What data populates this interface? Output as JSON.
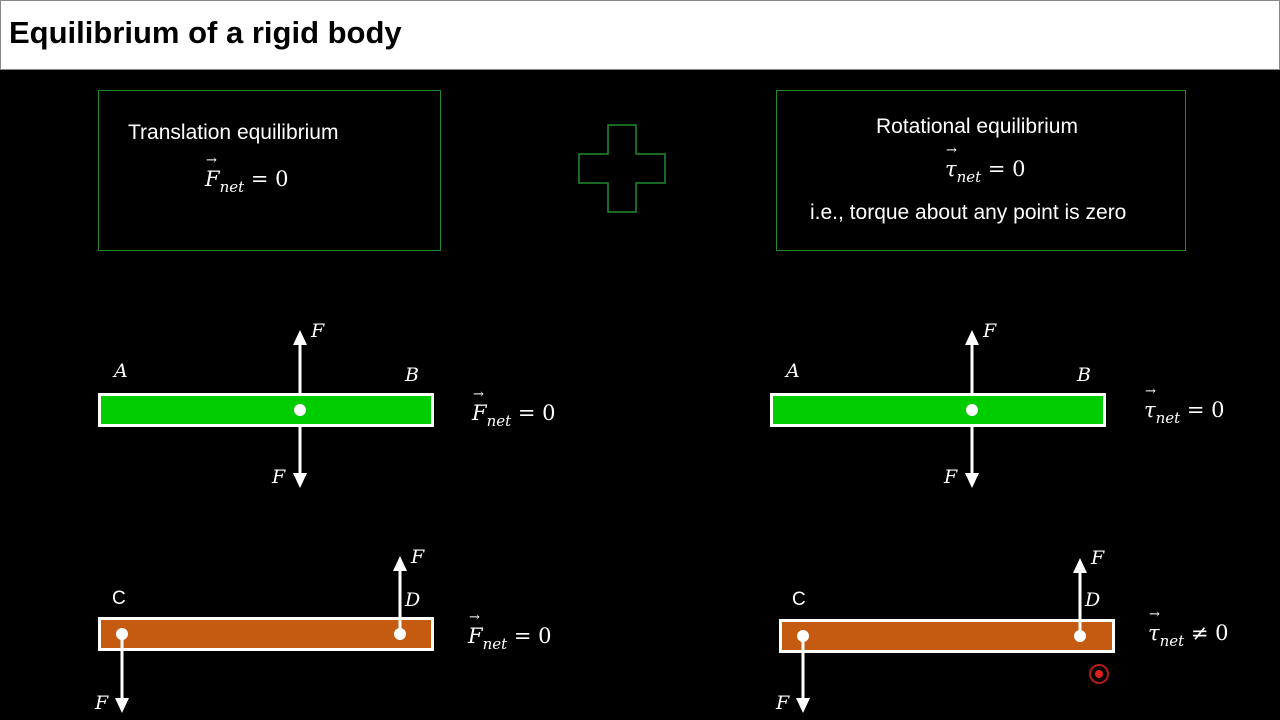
{
  "title": "Equilibrium of a rigid body",
  "translation_box": {
    "heading": "Translation equilibrium",
    "eq_symbol": "F",
    "eq_sub": "net",
    "eq_rhs": " = 0"
  },
  "rotation_box": {
    "heading": "Rotational equilibrium",
    "eq_symbol": "τ",
    "eq_sub": "net",
    "eq_rhs": " = 0",
    "note": "i.e., torque about any point is zero"
  },
  "labels": {
    "force": "F",
    "point_a": "A",
    "point_b": "B",
    "point_c": "C",
    "point_d": "D"
  },
  "results": {
    "force_symbol": "F",
    "torque_symbol": "τ",
    "sub": "net",
    "equal_zero": " = 0",
    "not_equal_zero": " ≠ 0"
  },
  "colors": {
    "border_green": "#1f8a2a",
    "bar_green": "#00cc00",
    "bar_orange": "#c55a11",
    "cursor_red": "#e02020"
  }
}
